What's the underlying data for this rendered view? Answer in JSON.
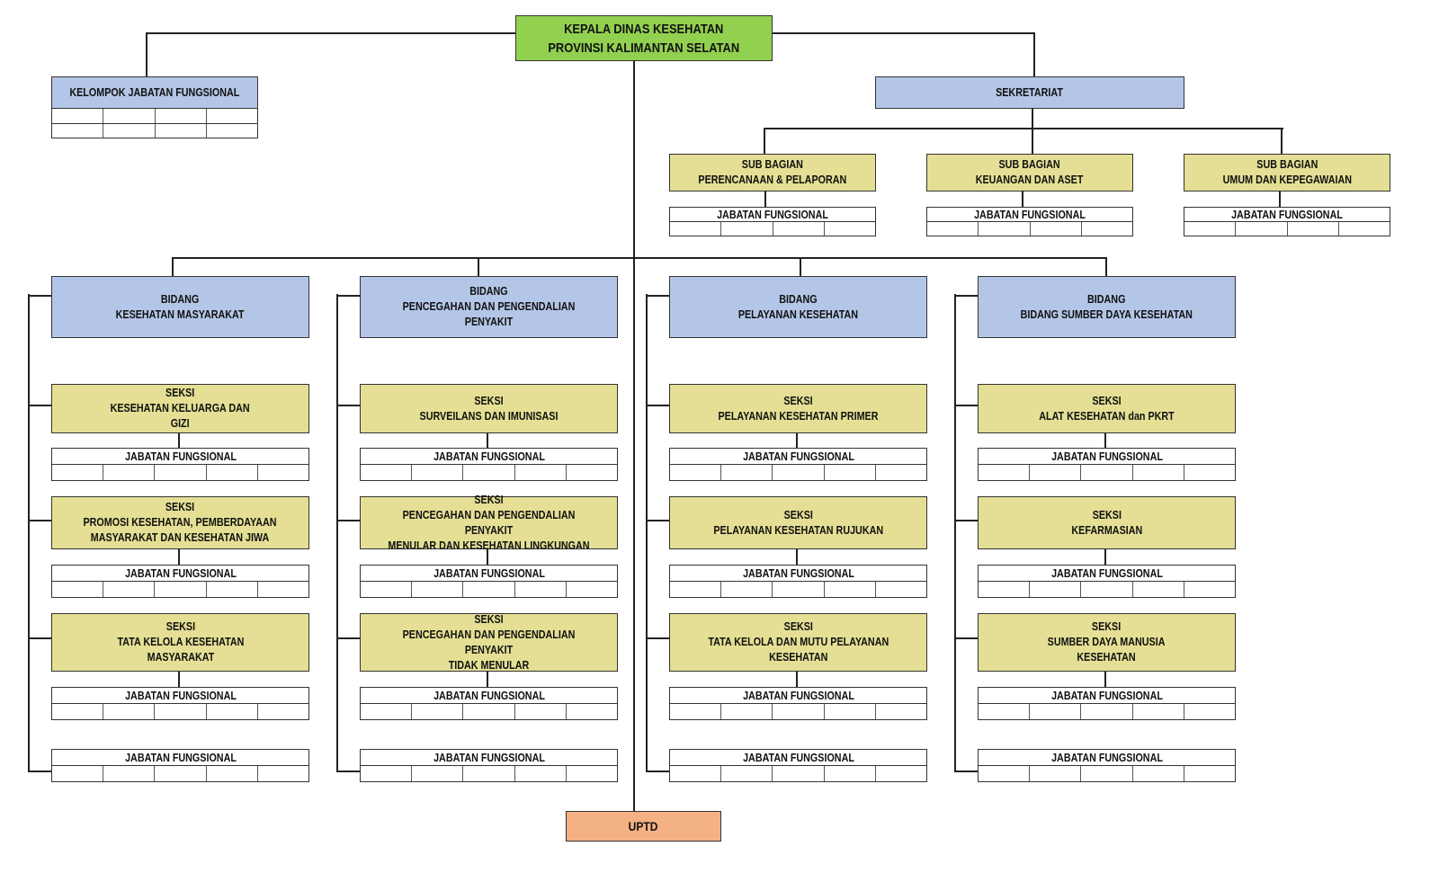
{
  "colors": {
    "head": "#92d050",
    "bidang": "#b4c6e7",
    "seksi": "#e4df94",
    "uptd": "#f4b183"
  },
  "head": {
    "label": "KEPALA DINAS KESEHATAN\nPROVINSI KALIMANTAN SELATAN"
  },
  "kelompok": {
    "label": "KELOMPOK JABATAN FUNGSIONAL"
  },
  "sekretariat": {
    "label": "SEKRETARIAT"
  },
  "sub_bagian": [
    {
      "label": "SUB BAGIAN\nPERENCANAAN & PELAPORAN",
      "jf": "JABATAN FUNGSIONAL"
    },
    {
      "label": "SUB BAGIAN\nKEUANGAN DAN ASET",
      "jf": "JABATAN FUNGSIONAL"
    },
    {
      "label": "SUB BAGIAN\nUMUM DAN KEPEGAWAIAN",
      "jf": "JABATAN FUNGSIONAL"
    }
  ],
  "bidang": [
    {
      "label": "BIDANG\nKESEHATAN MASYARAKAT",
      "seksi": [
        {
          "label": "SEKSI\nKESEHATAN KELUARGA DAN\nGIZI",
          "jf": "JABATAN FUNGSIONAL"
        },
        {
          "label": "SEKSI\nPROMOSI KESEHATAN, PEMBERDAYAAN\nMASYARAKAT DAN KESEHATAN JIWA",
          "jf": "JABATAN FUNGSIONAL"
        },
        {
          "label": "SEKSI\nTATA KELOLA KESEHATAN\nMASYARAKAT",
          "jf": "JABATAN FUNGSIONAL"
        }
      ],
      "jf": "JABATAN FUNGSIONAL"
    },
    {
      "label": "BIDANG\nPENCEGAHAN DAN PENGENDALIAN\nPENYAKIT",
      "seksi": [
        {
          "label": "SEKSI\nSURVEILANS DAN IMUNISASI",
          "jf": "JABATAN FUNGSIONAL"
        },
        {
          "label": "SEKSI\nPENCEGAHAN DAN PENGENDALIAN PENYAKIT\nMENULAR DAN KESEHATAN LINGKUNGAN",
          "jf": "JABATAN FUNGSIONAL"
        },
        {
          "label": "SEKSI\nPENCEGAHAN DAN PENGENDALIAN PENYAKIT\nTIDAK MENULAR",
          "jf": "JABATAN FUNGSIONAL"
        }
      ],
      "jf": "JABATAN FUNGSIONAL"
    },
    {
      "label": "BIDANG\nPELAYANAN KESEHATAN",
      "seksi": [
        {
          "label": "SEKSI\nPELAYANAN KESEHATAN PRIMER",
          "jf": "JABATAN FUNGSIONAL"
        },
        {
          "label": "SEKSI\nPELAYANAN KESEHATAN RUJUKAN",
          "jf": "JABATAN FUNGSIONAL"
        },
        {
          "label": "SEKSI\nTATA KELOLA DAN MUTU PELAYANAN\nKESEHATAN",
          "jf": "JABATAN FUNGSIONAL"
        }
      ],
      "jf": "JABATAN FUNGSIONAL"
    },
    {
      "label": "BIDANG\nBIDANG SUMBER DAYA KESEHATAN",
      "seksi": [
        {
          "label": "SEKSI\nALAT KESEHATAN dan PKRT",
          "jf": "JABATAN FUNGSIONAL"
        },
        {
          "label": "SEKSI\nKEFARMASIAN",
          "jf": "JABATAN FUNGSIONAL"
        },
        {
          "label": "SEKSI\nSUMBER DAYA MANUSIA\nKESEHATAN",
          "jf": "JABATAN FUNGSIONAL"
        }
      ],
      "jf": "JABATAN FUNGSIONAL"
    }
  ],
  "uptd": {
    "label": "UPTD"
  }
}
